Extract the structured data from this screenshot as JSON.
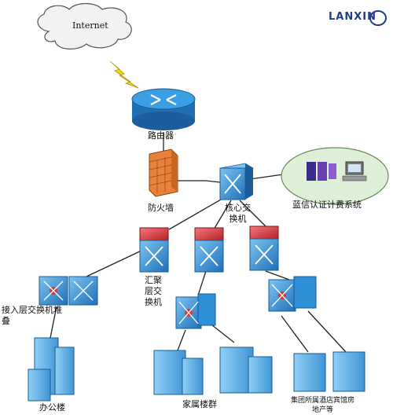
{
  "brand": {
    "name": "LANXIN",
    "color": "#1f3d8a"
  },
  "nodes": {
    "internet": "Internet",
    "router": "路由器",
    "firewall": "防火墙",
    "core_switch": [
      "核心交",
      "换机"
    ],
    "auth_billing": "蓝信认证计费系统",
    "aggregation": [
      "汇聚",
      "层交",
      "换机"
    ],
    "access_stack": [
      "接入层交换机堆",
      "叠"
    ],
    "office": "办公楼",
    "family_buildings": "家属楼群",
    "group_hotels": [
      "集团所属酒店宾馆房",
      "地产等"
    ]
  },
  "colors": {
    "device_blue": "#2d8fd6",
    "device_red": "#d9363b",
    "building": "#5fb1e8",
    "cloud": "#f2f2f2",
    "lightning": "#f2d21a",
    "firewall": "#e8823a",
    "ellipse": "#dff0d8"
  }
}
